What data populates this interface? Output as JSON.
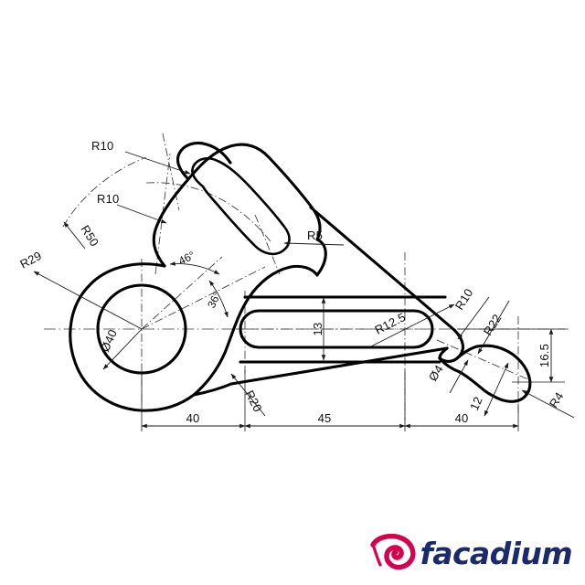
{
  "document": {
    "kind": "engineering-drawing",
    "title": "Mechanical Part Outline Drawing",
    "background_color": "#ffffff",
    "line_color": "#000000"
  },
  "dimensions": {
    "radii": [
      {
        "id": "r10-top",
        "label": "R10",
        "value": 10,
        "kind": "radius"
      },
      {
        "id": "r10-neck",
        "label": "R10",
        "value": 10,
        "kind": "radius"
      },
      {
        "id": "r50",
        "label": "R50",
        "value": 50,
        "kind": "radius"
      },
      {
        "id": "r29",
        "label": "R29",
        "value": 29,
        "kind": "radius"
      },
      {
        "id": "r5",
        "label": "R5",
        "value": 5,
        "kind": "radius"
      },
      {
        "id": "r20",
        "label": "R20",
        "value": 20,
        "kind": "radius"
      },
      {
        "id": "r12-5",
        "label": "R12.5",
        "value": 12.5,
        "kind": "radius"
      },
      {
        "id": "r10-right",
        "label": "R10",
        "value": 10,
        "kind": "radius"
      },
      {
        "id": "r22",
        "label": "R22",
        "value": 22,
        "kind": "radius"
      },
      {
        "id": "r4",
        "label": "R4",
        "value": 4,
        "kind": "radius"
      }
    ],
    "diameters": [
      {
        "id": "d40",
        "label": "Ø40",
        "value": 40,
        "kind": "diameter"
      },
      {
        "id": "d4",
        "label": "Ø4",
        "value": 4,
        "kind": "diameter"
      }
    ],
    "linear": [
      {
        "id": "len-40-left",
        "label": "40",
        "value": 40,
        "kind": "horizontal"
      },
      {
        "id": "len-45",
        "label": "45",
        "value": 45,
        "kind": "horizontal"
      },
      {
        "id": "len-40-right",
        "label": "40",
        "value": 40,
        "kind": "horizontal"
      },
      {
        "id": "slot-13",
        "label": "13",
        "value": 13,
        "kind": "vertical"
      },
      {
        "id": "height-16-5",
        "label": "16.5",
        "value": 16.5,
        "kind": "vertical"
      },
      {
        "id": "width-12",
        "label": "12",
        "value": 12,
        "kind": "oblique"
      }
    ],
    "angles": [
      {
        "id": "ang-46",
        "label": "46°",
        "value": 46,
        "kind": "angle"
      },
      {
        "id": "ang-36",
        "label": "36°",
        "value": 36,
        "kind": "angle"
      }
    ]
  },
  "labels": {
    "r10_top": "R10",
    "r10_neck": "R10",
    "r50": "R50",
    "r29": "R29",
    "d40": "Ø40",
    "r5": "R5",
    "ang46": "46°",
    "ang36": "36°",
    "slot13": "13",
    "r20": "R20",
    "r12_5": "R12.5",
    "r10_right": "R10",
    "d4": "Ø4",
    "r22": "R22",
    "w12": "12",
    "h16_5": "16.5",
    "r4": "R4",
    "dim40_left": "40",
    "dim45": "45",
    "dim40_right": "40"
  },
  "logo": {
    "wordmark": "facadium",
    "mark_color": "#D6004F",
    "text_color": "#1B2A6B",
    "mark_name": "spiral-swirl"
  }
}
